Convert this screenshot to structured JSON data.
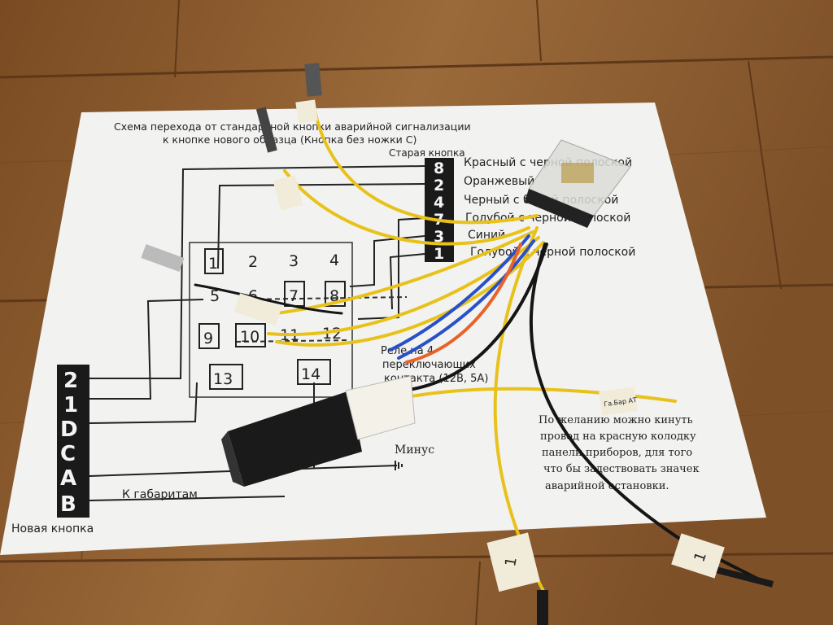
{
  "scheme": {
    "title_line1": "Схема перехода от стандартной кнопки аварийной сигнализации",
    "title_line2": "к кнопке нового образца (Кнопка без ножки С)",
    "old_button_label": "Старая кнопка",
    "old_pins": [
      {
        "pin": "8",
        "label": "Красный с черной полоской"
      },
      {
        "pin": "2",
        "label": "Оранжевый"
      },
      {
        "pin": "4",
        "label": "Черный с белой полоской"
      },
      {
        "pin": "7",
        "label": "Голубой с черной полоской"
      },
      {
        "pin": "3",
        "label": "Синий"
      },
      {
        "pin": "1",
        "label": "Голубой с черной полоской"
      }
    ],
    "relay_pins": [
      "1",
      "2",
      "3",
      "4",
      "5",
      "6",
      "7",
      "8",
      "9",
      "10",
      "11",
      "12",
      "13",
      "14"
    ],
    "relay_label_line1": "Реле на 4",
    "relay_label_line2": "переключающих",
    "relay_label_line3": "контакта (12В, 5А)",
    "new_pins": [
      "2",
      "1",
      "D",
      "C",
      "A",
      "B"
    ],
    "new_button_label": "Новая кнопка",
    "minus_label": "Минус",
    "parking_label": "К габаритам",
    "note_line1": "По желанию можно кинуть",
    "note_line2": "провод на красную колодку",
    "note_line3": "панели приборов, для того",
    "note_line4": "что бы задествовать значек",
    "note_line5": "аварийной остановки."
  },
  "tags": {
    "tag_a": "1",
    "tag_b": "1",
    "tag_c": "Га.Бар АТ"
  },
  "colors": {
    "floor": "#8a5a30",
    "paper": "#f2f2f0",
    "yellow_wire": "#e8c21a",
    "black_wire": "#151515",
    "blue_wire": "#2850c8",
    "orange_wire": "#e8622a"
  }
}
